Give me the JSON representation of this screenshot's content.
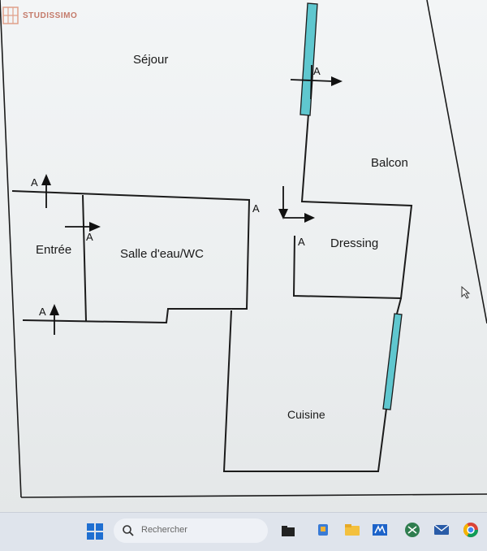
{
  "brand": {
    "name": "STUDISSIMO",
    "color": "#c47a6a"
  },
  "rooms": {
    "sejour": "Séjour",
    "balcon": "Balcon",
    "entree": "Entrée",
    "salle": "Salle d'eau/WC",
    "dressing": "Dressing",
    "cuisine": "Cuisine"
  },
  "markers": {
    "a": "A"
  },
  "taskbar": {
    "search_placeholder": "Rechercher",
    "icons": [
      "windows-start-icon",
      "search-icon",
      "file-explorer-icon",
      "store-icon",
      "folder-icon",
      "mail-app-icon",
      "xbox-icon",
      "email-icon",
      "chrome-icon"
    ]
  },
  "colors": {
    "window": "#5fc7cf",
    "wall": "#1b1b1b",
    "taskbar": "#dfe4ec"
  }
}
